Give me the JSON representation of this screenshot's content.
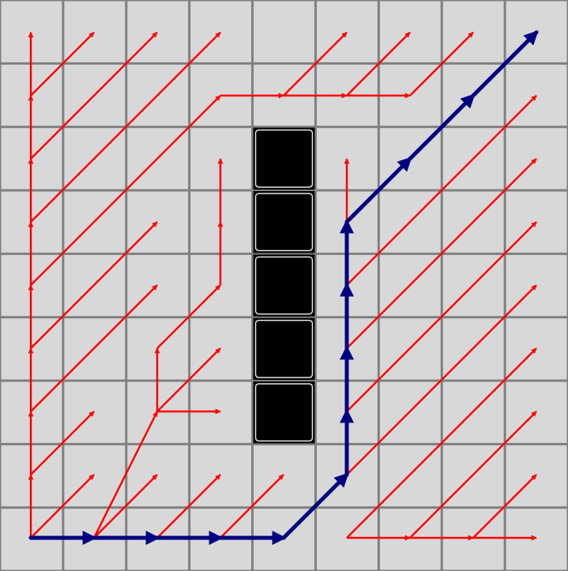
{
  "grid": {
    "cols": 9,
    "rows": 9
  },
  "colors": {
    "background": "#7f7f7f",
    "cell": "#d8d8d8",
    "obstacle": "#000000",
    "obstacle_border": "#e6e6e6",
    "tree_edge": "#ff0000",
    "path_edge": "#000080"
  },
  "start": [
    0,
    8
  ],
  "goal": [
    8,
    0
  ],
  "obstacles": [
    [
      4,
      2
    ],
    [
      4,
      3
    ],
    [
      4,
      4
    ],
    [
      4,
      5
    ],
    [
      4,
      6
    ]
  ],
  "tree_edges": [
    [
      [
        0,
        8
      ],
      [
        0,
        7
      ]
    ],
    [
      [
        0,
        7
      ],
      [
        0,
        6
      ]
    ],
    [
      [
        0,
        6
      ],
      [
        0,
        5
      ]
    ],
    [
      [
        0,
        5
      ],
      [
        0,
        4
      ]
    ],
    [
      [
        0,
        4
      ],
      [
        0,
        3
      ]
    ],
    [
      [
        0,
        3
      ],
      [
        0,
        2
      ]
    ],
    [
      [
        0,
        2
      ],
      [
        0,
        1
      ]
    ],
    [
      [
        0,
        1
      ],
      [
        0,
        0
      ]
    ],
    [
      [
        0,
        1
      ],
      [
        1,
        0
      ]
    ],
    [
      [
        0,
        2
      ],
      [
        2,
        0
      ]
    ],
    [
      [
        0,
        3
      ],
      [
        3,
        0
      ]
    ],
    [
      [
        0,
        4
      ],
      [
        3,
        1
      ]
    ],
    [
      [
        3,
        1
      ],
      [
        4,
        1
      ]
    ],
    [
      [
        4,
        1
      ],
      [
        5,
        1
      ]
    ],
    [
      [
        5,
        1
      ],
      [
        6,
        1
      ]
    ],
    [
      [
        4,
        1
      ],
      [
        5,
        0
      ]
    ],
    [
      [
        5,
        1
      ],
      [
        6,
        0
      ]
    ],
    [
      [
        6,
        1
      ],
      [
        7,
        0
      ]
    ],
    [
      [
        0,
        5
      ],
      [
        2,
        3
      ]
    ],
    [
      [
        0,
        6
      ],
      [
        2,
        4
      ]
    ],
    [
      [
        0,
        7
      ],
      [
        1,
        6
      ]
    ],
    [
      [
        0,
        8
      ],
      [
        1,
        7
      ]
    ],
    [
      [
        1,
        8
      ],
      [
        2,
        7
      ]
    ],
    [
      [
        2,
        8
      ],
      [
        3,
        7
      ]
    ],
    [
      [
        3,
        8
      ],
      [
        4,
        7
      ]
    ],
    [
      [
        1,
        8
      ],
      [
        2,
        6
      ]
    ],
    [
      [
        2,
        6
      ],
      [
        2,
        5
      ]
    ],
    [
      [
        2,
        6
      ],
      [
        3,
        6
      ]
    ],
    [
      [
        2,
        5
      ],
      [
        3,
        4
      ]
    ],
    [
      [
        3,
        4
      ],
      [
        3,
        3
      ]
    ],
    [
      [
        3,
        3
      ],
      [
        3,
        2
      ]
    ],
    [
      [
        2,
        6
      ],
      [
        3,
        5
      ]
    ],
    [
      [
        5,
        8
      ],
      [
        6,
        8
      ]
    ],
    [
      [
        6,
        8
      ],
      [
        7,
        8
      ]
    ],
    [
      [
        7,
        8
      ],
      [
        8,
        8
      ]
    ],
    [
      [
        5,
        8
      ],
      [
        8,
        5
      ]
    ],
    [
      [
        6,
        8
      ],
      [
        8,
        6
      ]
    ],
    [
      [
        7,
        8
      ],
      [
        8,
        7
      ]
    ],
    [
      [
        5,
        7
      ],
      [
        8,
        4
      ]
    ],
    [
      [
        5,
        6
      ],
      [
        8,
        3
      ]
    ],
    [
      [
        5,
        5
      ],
      [
        8,
        2
      ]
    ],
    [
      [
        5,
        4
      ],
      [
        8,
        1
      ]
    ],
    [
      [
        5,
        3
      ],
      [
        5,
        2
      ]
    ]
  ],
  "path_edges": [
    [
      [
        0,
        8
      ],
      [
        1,
        8
      ]
    ],
    [
      [
        1,
        8
      ],
      [
        2,
        8
      ]
    ],
    [
      [
        2,
        8
      ],
      [
        3,
        8
      ]
    ],
    [
      [
        3,
        8
      ],
      [
        4,
        8
      ]
    ],
    [
      [
        4,
        8
      ],
      [
        5,
        7
      ]
    ],
    [
      [
        5,
        7
      ],
      [
        5,
        6
      ]
    ],
    [
      [
        5,
        6
      ],
      [
        5,
        5
      ]
    ],
    [
      [
        5,
        5
      ],
      [
        5,
        4
      ]
    ],
    [
      [
        5,
        4
      ],
      [
        5,
        3
      ]
    ],
    [
      [
        5,
        3
      ],
      [
        6,
        2
      ]
    ],
    [
      [
        6,
        2
      ],
      [
        7,
        1
      ]
    ],
    [
      [
        7,
        1
      ],
      [
        8,
        0
      ]
    ]
  ]
}
